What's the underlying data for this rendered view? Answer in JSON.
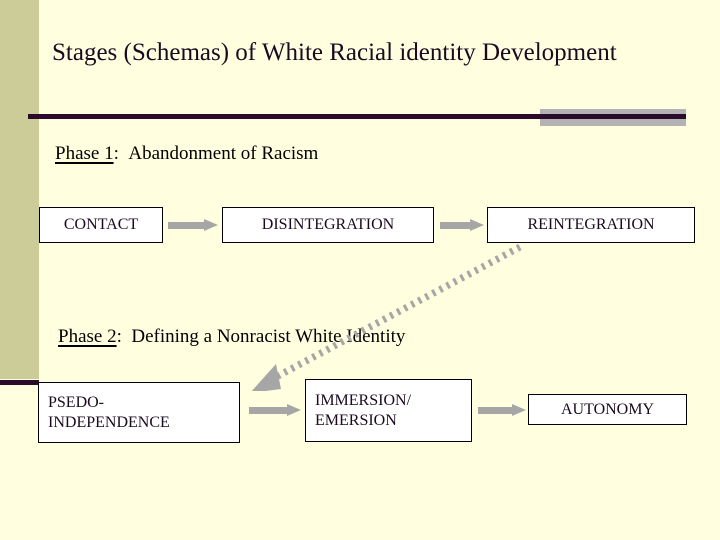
{
  "slide": {
    "title": "Stages (Schemas) of White Racial identity Development",
    "background_color": "#FFFFE0",
    "sidebar_color": "#CCCC99",
    "rule_color": "#2B0A2B",
    "rule_shadow_color": "#B3B3B3",
    "arrow_color": "#A6A6A6",
    "box_border_color": "#000000",
    "box_fill_color": "#FFFFFF",
    "text_color": "#1A0A1F"
  },
  "phase1": {
    "label": "Phase 1",
    "separator": ":",
    "description": "Abandonment of Racism",
    "stages": [
      {
        "name": "contact",
        "label": "CONTACT"
      },
      {
        "name": "disintegration",
        "label": "DISINTEGRATION"
      },
      {
        "name": "reintegration",
        "label": "REINTEGRATION"
      }
    ]
  },
  "phase2": {
    "label": "Phase 2",
    "separator": ":",
    "description": "Defining a Nonracist White Identity",
    "stages": [
      {
        "name": "psedo-independence",
        "line1": "PSEDO-",
        "line2": "INDEPENDENCE"
      },
      {
        "name": "immersion-emersion",
        "line1": "IMMERSION/",
        "line2": "EMERSION"
      },
      {
        "name": "autonomy",
        "line1": "AUTONOMY"
      }
    ]
  },
  "connectors": [
    {
      "name": "contact-to-disintegration",
      "style": "solid",
      "direction": "right"
    },
    {
      "name": "disintegration-to-reintegration",
      "style": "solid",
      "direction": "right"
    },
    {
      "name": "reintegration-to-psedo-independence",
      "style": "dotted",
      "direction": "down-left"
    },
    {
      "name": "psedo-independence-to-immersion",
      "style": "solid",
      "direction": "right"
    },
    {
      "name": "immersion-to-autonomy",
      "style": "solid",
      "direction": "right"
    }
  ]
}
